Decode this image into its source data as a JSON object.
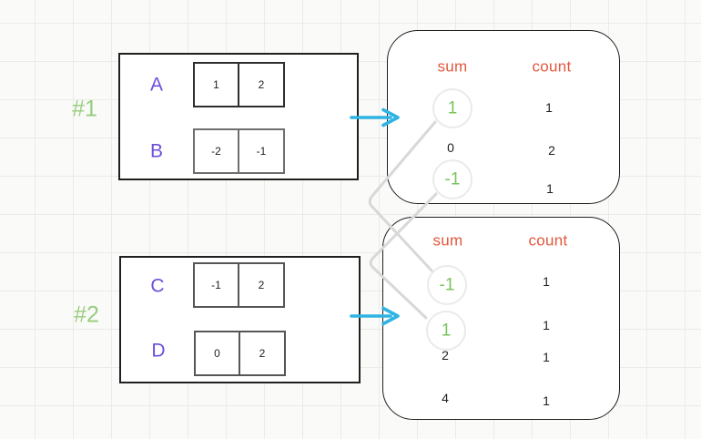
{
  "colors": {
    "purple": "#6d4fdb",
    "green": "#7cc25c",
    "green-light": "#98cd7f",
    "orange": "#e2573e",
    "cyan": "#2fb3e3",
    "ink": "#1e1e1e",
    "conn": "#d8d8d6",
    "circle-b": "#eaeae8"
  },
  "groups": [
    {
      "tag": "#1",
      "rows": [
        {
          "label": "A",
          "cells": [
            "1",
            "2"
          ]
        },
        {
          "label": "B",
          "cells": [
            "-2",
            "-1"
          ]
        }
      ]
    },
    {
      "tag": "#2",
      "rows": [
        {
          "label": "C",
          "cells": [
            "-1",
            "2"
          ]
        },
        {
          "label": "D",
          "cells": [
            "0",
            "2"
          ]
        }
      ]
    }
  ],
  "tables": [
    {
      "headers": {
        "sum": "sum",
        "count": "count"
      },
      "rows": [
        {
          "sum": "1",
          "count": "1",
          "highlighted": true
        },
        {
          "sum": "0",
          "count": "2",
          "highlighted": false
        },
        {
          "sum": "-1",
          "count": "1",
          "highlighted": true
        }
      ]
    },
    {
      "headers": {
        "sum": "sum",
        "count": "count"
      },
      "rows": [
        {
          "sum": "-1",
          "count": "1",
          "highlighted": true
        },
        {
          "sum": "1",
          "count": "1",
          "highlighted": true
        },
        {
          "sum": "2",
          "count": "1",
          "highlighted": false
        },
        {
          "sum": "4",
          "count": "1",
          "highlighted": false
        }
      ]
    }
  ]
}
